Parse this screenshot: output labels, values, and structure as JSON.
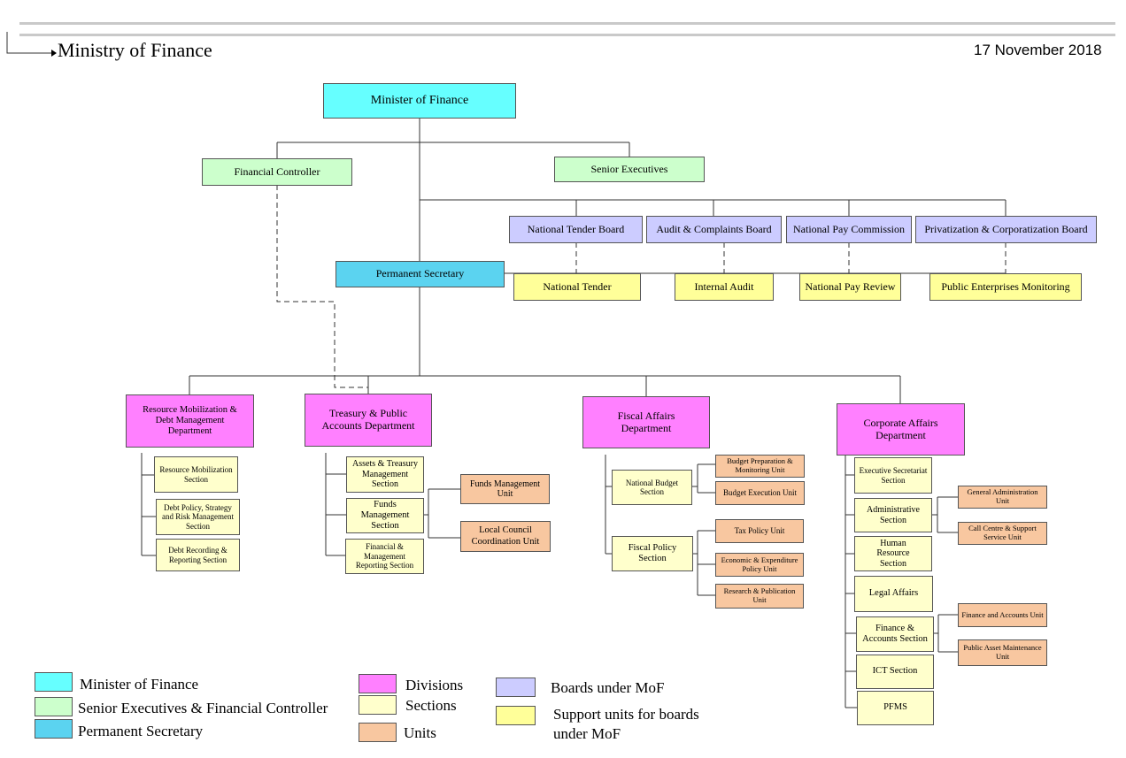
{
  "header": {
    "title": "Ministry of Finance",
    "date": "17 November 2018"
  },
  "org": {
    "minister": "Minister of Finance",
    "financial_controller": "Financial Controller",
    "senior_executives": "Senior Executives",
    "permanent_secretary": "Permanent Secretary",
    "boards": [
      "National Tender Board",
      "Audit & Complaints Board",
      "National Pay Commission",
      "Privatization & Corporatization Board"
    ],
    "support_units": [
      "National Tender",
      "Internal Audit",
      "National Pay Review",
      "Public Enterprises Monitoring"
    ],
    "divisions": {
      "resource_mobilization": {
        "name": "Resource Mobilization & Debt Management Department",
        "sections": [
          "Resource Mobilization Section",
          "Debt Policy, Strategy and Risk Management Section",
          "Debt Recording & Reporting Section"
        ]
      },
      "treasury": {
        "name": "Treasury & Public Accounts Department",
        "sections": [
          "Assets & Treasury Management Section",
          "Funds Management Section",
          "Financial & Management Reporting Section"
        ],
        "units": [
          "Funds Management Unit",
          "Local Council Coordination Unit"
        ]
      },
      "fiscal": {
        "name": "Fiscal Affairs Department",
        "sections": [
          "National Budget Section",
          "Fiscal Policy Section"
        ],
        "units": [
          "Budget Preparation & Monitoring Unit",
          "Budget Execution Unit",
          "Tax Policy Unit",
          "Economic & Expenditure Policy Unit",
          "Research & Publication Unit"
        ]
      },
      "corporate": {
        "name": "Corporate Affairs Department",
        "sections": [
          "Executive Secretariat Section",
          "Administrative Section",
          "Human Resource Section",
          "Legal Affairs",
          "Finance & Accounts Section",
          "ICT Section",
          "PFMS"
        ],
        "units": [
          "General Administration Unit",
          "Call Centre & Support Service Unit",
          "Finance and Accounts Unit",
          "Public Asset Maintenance Unit"
        ]
      }
    }
  },
  "legend": [
    {
      "label": "Minister of Finance",
      "color": "#66ffff"
    },
    {
      "label": "Senior Executives & Financial Controller",
      "color": "#ccffcc"
    },
    {
      "label": "Permanent Secretary",
      "color": "#5bd3f0"
    },
    {
      "label": "Divisions",
      "color": "#ff80ff"
    },
    {
      "label": "Sections",
      "color": "#ffffcc"
    },
    {
      "label": "Units",
      "color": "#f8c7a0"
    },
    {
      "label": "Boards under MoF",
      "color": "#ccccff"
    },
    {
      "label": "Support units for boards under MoF",
      "color": "#ffff99"
    }
  ]
}
